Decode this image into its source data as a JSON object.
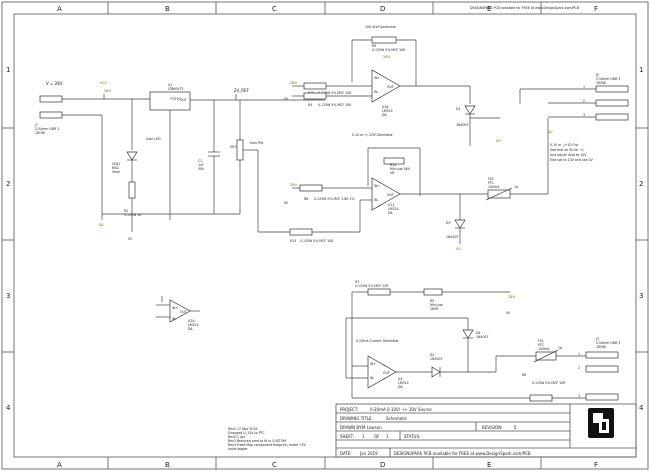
{
  "grid": {
    "columns": [
      "A",
      "B",
      "C",
      "D",
      "E",
      "F"
    ],
    "rows": [
      "1",
      "2",
      "3",
      "4"
    ]
  },
  "header_credit": "DESIGNSPARK PCB available for FREE at www.DesignSpark.com/PCB",
  "title_block": {
    "project_label": "PROJECT:",
    "project_value": "0-20mA 0-10V/ -/+ 10V Source",
    "drawing_title_label": "DRAWING TITLE:",
    "drawing_title_value": "Schematic",
    "drawn_by_label": "DRAWN BY:",
    "drawn_by_value": "M Lawson",
    "revision_label": "REVISION:",
    "revision_value": "5",
    "sheet_label": "SHEET:",
    "sheet_value": "1",
    "of_label": "OF",
    "of_value": "1",
    "status_label": "STATUS:",
    "date_label": "DATE:",
    "date_value": "Jan 2019",
    "footer_credit": "DESIGNSPARK PCB available for FREE at www.DesignSpark.com/PCB"
  },
  "revision_notes": [
    "Rev1:17 Nov 2016",
    "Changed U_12V to PTC",
    "Rev2:1 Jan",
    "Rev3 Reduced area to fit in CUSTOM",
    "Rev4 Fixed Map component footprint; made +5V",
    "holes bigger"
  ],
  "labels": {
    "power_in": "V = 28V",
    "j1": [
      "J1",
      "2.54mm HDR 2",
      "1ROW"
    ],
    "vcc": "VCC",
    "vcc2": "28V",
    "u1": [
      "U1",
      "LT8609T3",
      "TO220"
    ],
    "u1_pins": [
      "IN",
      "OUT",
      "GND"
    ],
    "out": "OUT",
    "rail": "2V_REF",
    "user_led": "User LED",
    "led1": [
      "LED1",
      "RED",
      "5mm"
    ],
    "r_led": [
      "R2",
      "0.125W 1K"
    ],
    "c1": [
      "C1",
      "1uF",
      "50V"
    ],
    "user_pot": "User Pot",
    "vr1": "VR1",
    "gen10": "10V Vref Generator",
    "r9_top": [
      "R9",
      "0.125W 5% MCF 10K"
    ],
    "r10": [
      "R10",
      "0.125W 5% MCF 10K"
    ],
    "r4": [
      "R4",
      "0.125W 5% MCF 10K"
    ],
    "u3": [
      "U3A",
      "LM324",
      "DIL"
    ],
    "zero_v": "0V",
    "gen_pm10": "0-10 or +/-10V Generator",
    "r12": [
      "R12",
      "Mini pot 5K0",
      "VR"
    ],
    "r8": [
      "R8",
      "0.125W 5% MCF 1.6K 1%"
    ],
    "u11": [
      "U11",
      "LM324",
      "DIL"
    ],
    "r13": [
      "R13",
      "0.125W 5% MCF 10K"
    ],
    "d_top": [
      "D2",
      "1N4007"
    ],
    "d_mid": [
      "D3",
      "1N4007"
    ],
    "fs2": [
      "FS2",
      "PTC",
      "100mA"
    ],
    "fs2_pin": "1A",
    "j2": [
      "J2",
      "2.54mm HDR 3",
      "1ROW"
    ],
    "j2_pins": [
      "1",
      "2",
      "3"
    ],
    "j2_notes": [
      "0-10 or -/+10 Out",
      "See that as 0V for +/-",
      "and adjust Vout to 10V",
      "Else set to 10V and use 0V"
    ],
    "r3": [
      "R3",
      "0.125W 5% MCF 22K"
    ],
    "r5": [
      "R5",
      "Mini pot",
      "1K0R"
    ],
    "gen20ma": "0-20mA Current Generator",
    "u4": [
      "U4",
      "LM324",
      "DIL"
    ],
    "d1": [
      "D1",
      "1N4007"
    ],
    "d4": [
      "D4",
      "1N4007"
    ],
    "fs1": [
      "FS1",
      "PTC",
      "100mA"
    ],
    "fs1_pin": "1A",
    "r6": [
      "R6",
      "0.125W 5% MCF 10R"
    ],
    "j3": [
      "J3",
      "2.54mm HDR 3",
      "1ROW"
    ],
    "u_spare": [
      "U2A",
      "LM324",
      "DIL"
    ],
    "opamp_pins": [
      "IN+",
      "IN-",
      "OUT"
    ],
    "gnd": "0V"
  },
  "colors": {
    "wire": "#444444",
    "net_label": "#d8c400",
    "frame": "#555555"
  }
}
